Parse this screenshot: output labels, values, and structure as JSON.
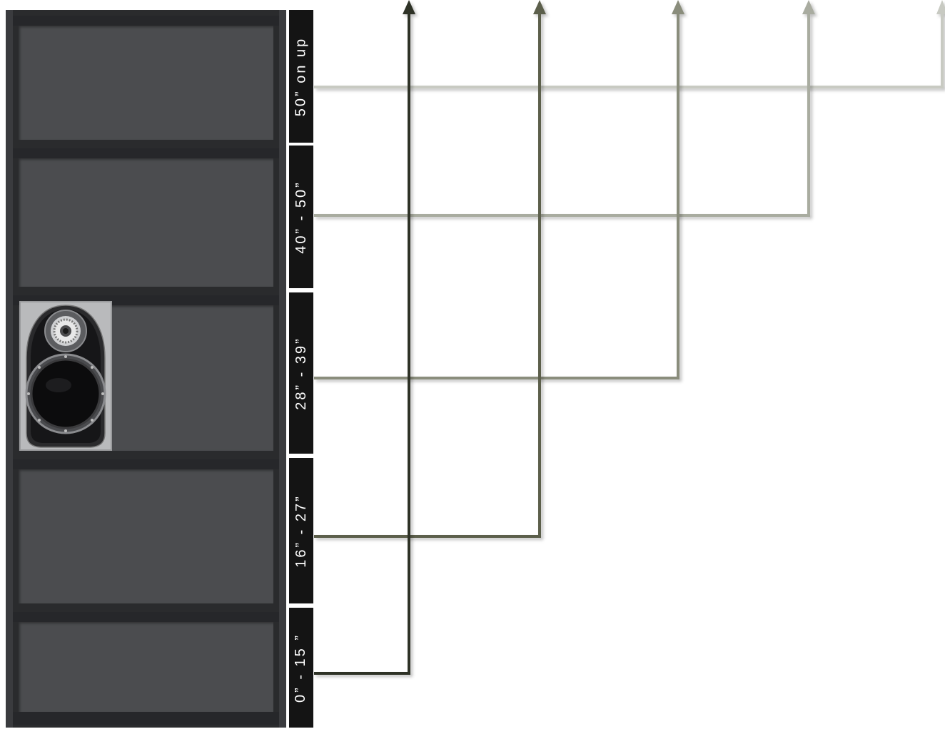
{
  "height_ranges": [
    {
      "label": "50” on up"
    },
    {
      "label": "40” - 50”"
    },
    {
      "label": "28” - 39”"
    },
    {
      "label": "16” - 27”"
    },
    {
      "label": "0” - 15 ”"
    }
  ],
  "colors": {
    "shelf_dark": "#2e2f31",
    "shelf_panel": "#4b4c4f",
    "label_bg": "#141414",
    "label_text": "#ffffff",
    "arrow_1": "#2f3126",
    "arrow_2": "#5b5e4c",
    "arrow_3": "#8a8d7c",
    "arrow_4": "#a9aca0",
    "arrow_5": "#c8cac2"
  },
  "icons": {
    "speaker": "bookshelf-speaker-icon",
    "arrow": "arrow-up-icon"
  }
}
